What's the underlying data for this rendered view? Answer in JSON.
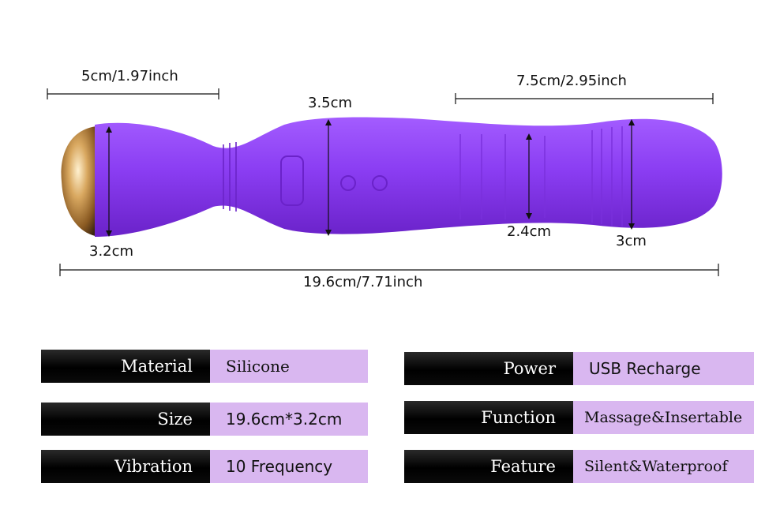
{
  "dimensions": {
    "tip_length": "5cm/1.97inch",
    "shaft_length": "7.5cm/2.95inch",
    "head_diameter": "3.5cm",
    "base_diameter": "3.2cm",
    "shaft_diameter": "2.4cm",
    "tip_diameter": "3cm",
    "total_length": "19.6cm/7.71inch"
  },
  "specs_left": [
    {
      "label": "Material",
      "value": "Silicone"
    },
    {
      "label": "Size",
      "value": "19.6cm*3.2cm"
    },
    {
      "label": "Vibration",
      "value": "10 Frequency"
    }
  ],
  "specs_right": [
    {
      "label": "Power",
      "value": "USB Recharge"
    },
    {
      "label": "Function",
      "value": "Massage&Insertable"
    },
    {
      "label": "Feature",
      "value": "Silent&Waterproof"
    }
  ],
  "colors": {
    "product": "#8a3df2",
    "value_bg": "#d9b7f0",
    "label_bg": "#000000",
    "cap": "#c89a5a"
  }
}
